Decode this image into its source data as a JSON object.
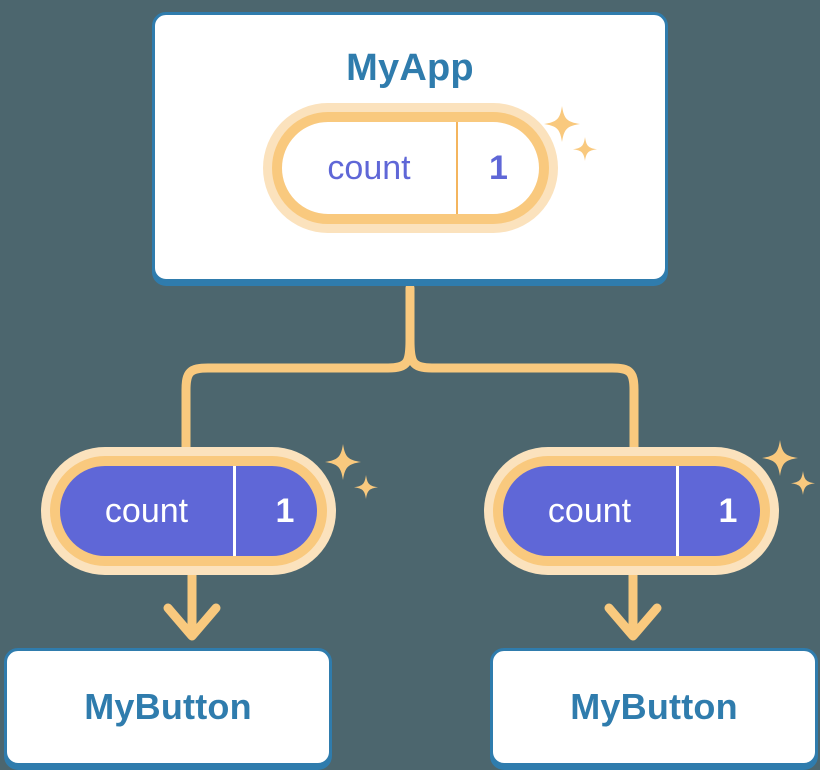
{
  "diagram": {
    "title": "MyApp component tree with shared count state",
    "background_color": "#4c666e",
    "palette": {
      "card_border": "#2f7cad",
      "card_text": "#2f7cad",
      "card_fill": "#ffffff",
      "pill_ring": "#f9c97e",
      "pill_halo": "#fbe2bd",
      "pill_fill_active": "#5f67d7",
      "state_text": "#5f67d7",
      "connector": "#f9c97e"
    }
  },
  "root": {
    "name": "card-myapp",
    "label": "MyApp",
    "state": {
      "key": "count",
      "value": "1",
      "style": "outline",
      "sparkle": "sparkles-icon"
    }
  },
  "children": [
    {
      "name": "branch-left",
      "state": {
        "key": "count",
        "value": "1",
        "style": "filled",
        "sparkle": "sparkles-icon"
      },
      "card": {
        "name": "card-mybutton-left",
        "label": "MyButton"
      },
      "arrow": "arrow-down-icon"
    },
    {
      "name": "branch-right",
      "state": {
        "key": "count",
        "value": "1",
        "style": "filled",
        "sparkle": "sparkles-icon"
      },
      "card": {
        "name": "card-mybutton-right",
        "label": "MyButton"
      },
      "arrow": "arrow-down-icon"
    }
  ]
}
